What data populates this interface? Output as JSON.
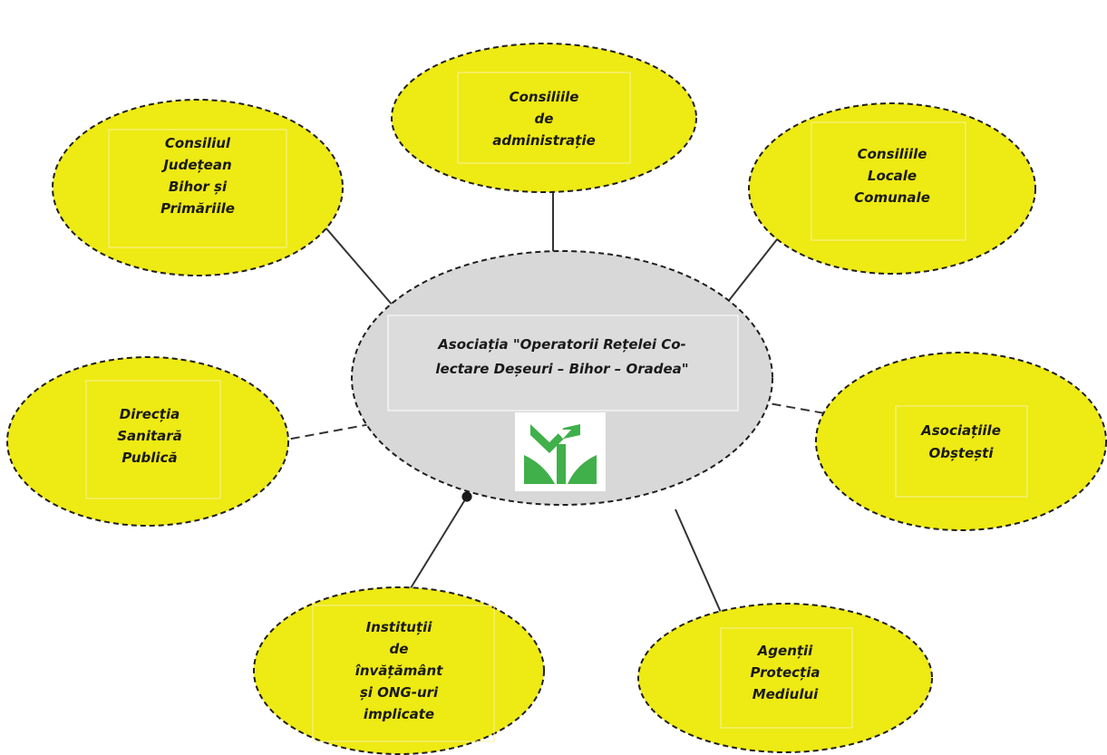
{
  "colors": {
    "satellite_fill": "#eeea13",
    "satellite_stroke": "#1f1f1f",
    "center_fill": "#d8d8d8",
    "center_box": "#dcdcdc",
    "logo_green": "#3fb04a",
    "logo_bg": "#ffffff",
    "connector": "#333333"
  },
  "center": {
    "label_line_1": "Asociația \"Operatorii Rețelei Co-",
    "label_line_2": "lectare Deșeuri – Bihor – Oradea\"",
    "logo_icon": "green-leaf-logo-icon"
  },
  "satellites": [
    {
      "id": "top",
      "lines": [
        "Consiliile",
        "de",
        "administrație"
      ]
    },
    {
      "id": "top-left",
      "lines": [
        "Consiliul",
        "Județean",
        "Bihor și",
        "Primăriile"
      ]
    },
    {
      "id": "top-right",
      "lines": [
        "Consiliile",
        "Locale",
        "Comunale"
      ]
    },
    {
      "id": "left",
      "lines": [
        "Direcția",
        "Sanitară",
        "Publică"
      ]
    },
    {
      "id": "right",
      "lines": [
        "Asociațiile",
        "Obștești"
      ]
    },
    {
      "id": "bottom-left",
      "lines": [
        "Instituții",
        "de",
        "învățământ",
        "și ONG-uri",
        "implicate"
      ]
    },
    {
      "id": "bottom-right",
      "lines": [
        "Agenții",
        "Protecția",
        "Mediului"
      ]
    }
  ]
}
